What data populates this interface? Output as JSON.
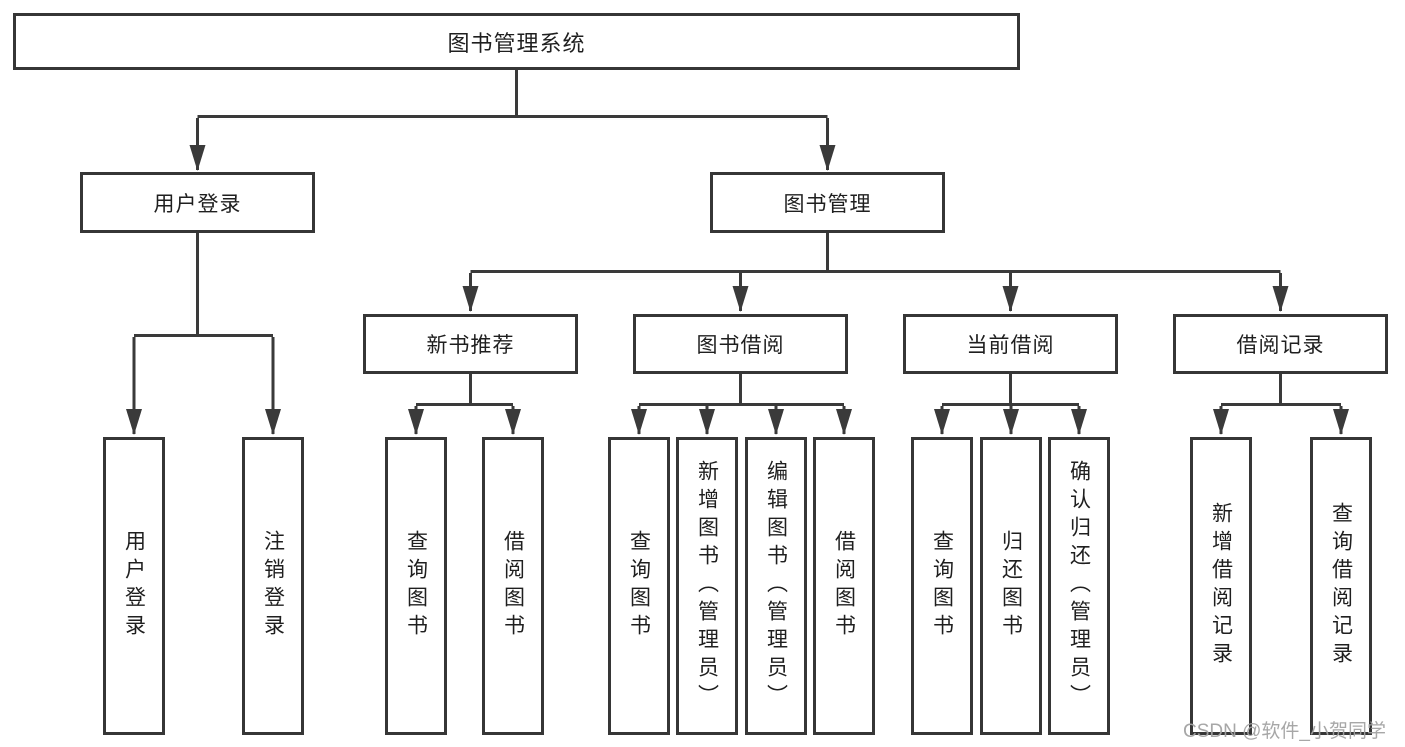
{
  "title": "图书管理系统",
  "watermark": "CSDN @软件_小贺同学",
  "colors": {
    "line": "#3a3a3a",
    "border": "#363636",
    "text": "#1f1f1f",
    "background": "#ffffff",
    "watermark": "#a2a2a2"
  },
  "level2": [
    {
      "id": "user-login",
      "label": "用户登录"
    },
    {
      "id": "book-management",
      "label": "图书管理"
    }
  ],
  "level3": [
    {
      "id": "new-book-recommend",
      "label": "新书推荐",
      "parent": "图书管理"
    },
    {
      "id": "book-borrow",
      "label": "图书借阅",
      "parent": "图书管理"
    },
    {
      "id": "current-borrow",
      "label": "当前借阅",
      "parent": "图书管理"
    },
    {
      "id": "borrow-records",
      "label": "借阅记录",
      "parent": "图书管理"
    }
  ],
  "leaves": [
    {
      "id": "user-login-leaf",
      "label": "用户登录",
      "parent": "用户登录"
    },
    {
      "id": "logout",
      "label": "注销登录",
      "parent": "用户登录"
    },
    {
      "id": "query-books-recommend",
      "label": "查询图书",
      "parent": "新书推荐"
    },
    {
      "id": "borrow-books-recommend",
      "label": "借阅图书",
      "parent": "新书推荐"
    },
    {
      "id": "query-books-borrow",
      "label": "查询图书",
      "parent": "图书借阅"
    },
    {
      "id": "add-books-admin",
      "label": "新增图书（管理员）",
      "parent": "图书借阅"
    },
    {
      "id": "edit-books-admin",
      "label": "编辑图书（管理员）",
      "parent": "图书借阅"
    },
    {
      "id": "borrow-books-borrow",
      "label": "借阅图书",
      "parent": "图书借阅"
    },
    {
      "id": "query-books-current",
      "label": "查询图书",
      "parent": "当前借阅"
    },
    {
      "id": "return-books",
      "label": "归还图书",
      "parent": "当前借阅"
    },
    {
      "id": "confirm-return-admin",
      "label": "确认归还（管理员）",
      "parent": "当前借阅"
    },
    {
      "id": "add-borrow-record",
      "label": "新增借阅记录",
      "parent": "借阅记录"
    },
    {
      "id": "query-borrow-record",
      "label": "查询借阅记录",
      "parent": "借阅记录"
    }
  ]
}
